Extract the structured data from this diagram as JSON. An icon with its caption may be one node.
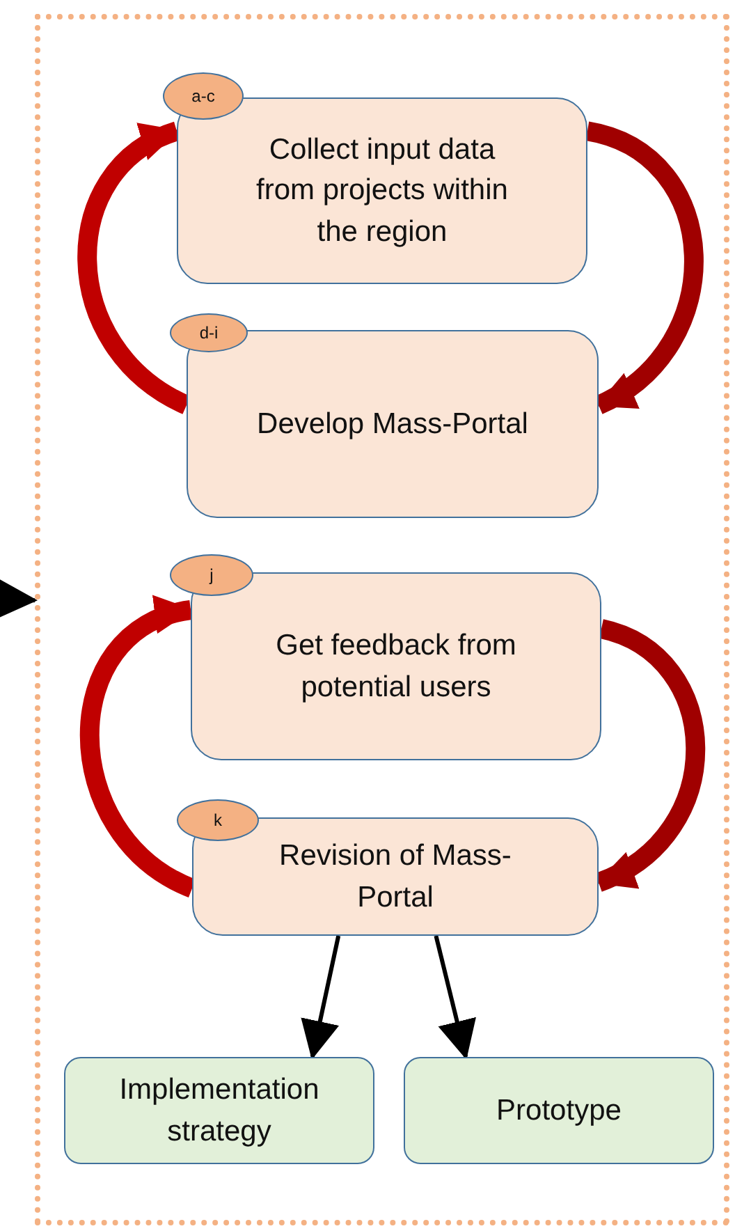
{
  "diagram": {
    "nodes": [
      {
        "text": [],
        "shape": "box"
      },
      {
        "text": [
          "a-c"
        ],
        "in": 0
      },
      {
        "text": [
          "Collect input data from projects within the region"
        ],
        "in": 0
      },
      {
        "text": [
          "d-i"
        ],
        "in": 0
      },
      {
        "text": [
          "Develop Mass-Portal"
        ],
        "in": 0
      },
      {
        "text": [
          "j"
        ],
        "in": 0
      },
      {
        "text": [
          "Get feedback from potential users"
        ],
        "in": 0
      },
      {
        "text": [
          "k"
        ],
        "in": 0
      },
      {
        "text": [
          "Revision of Mass-Portal"
        ],
        "in": 0
      },
      {
        "text": [
          "Implementation strategy"
        ],
        "in": 0
      },
      {
        "text": [
          "Prototype"
        ],
        "in": 0
      }
    ],
    "edges": [
      {
        "from": null,
        "to": 0,
        "arrow": "to"
      },
      {
        "from": 2,
        "to": 4,
        "arrow": "to",
        "color": "#a00000"
      },
      {
        "from": 4,
        "to": 2,
        "arrow": "to",
        "color": "#c00000"
      },
      {
        "from": 6,
        "to": 8,
        "arrow": "to",
        "color": "#a00000"
      },
      {
        "from": 8,
        "to": 6,
        "arrow": "to",
        "color": "#c00000"
      },
      {
        "from": 8,
        "to": 9,
        "arrow": "to"
      },
      {
        "from": 8,
        "to": 10,
        "arrow": "to"
      }
    ]
  }
}
